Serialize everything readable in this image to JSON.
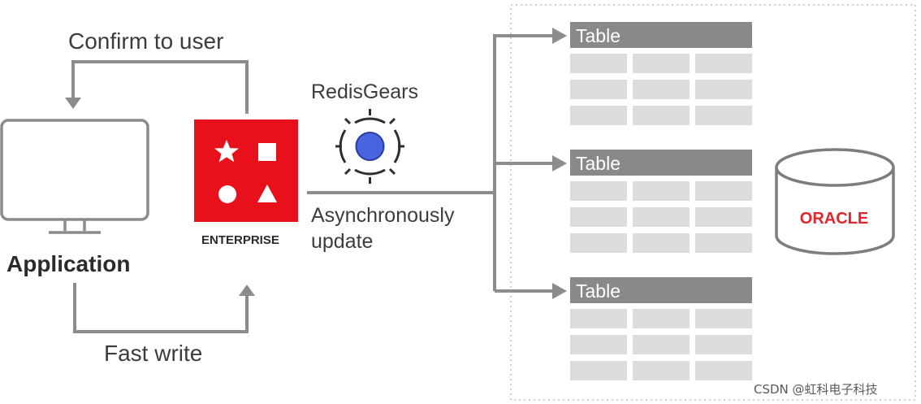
{
  "labels": {
    "confirm_to_user": "Confirm to user",
    "application": "Application",
    "fast_write": "Fast write",
    "enterprise": "ENTERPRISE",
    "redisgears": "RedisGears",
    "async_line1": "Asynchronously",
    "async_line2": "update",
    "oracle": "ORACLE"
  },
  "tables": [
    {
      "header": "Table"
    },
    {
      "header": "Table"
    },
    {
      "header": "Table"
    }
  ],
  "watermark": "CSDN @虹科电子科技",
  "colors": {
    "redis_red": "#e8101a",
    "gear_blue": "#4a63e0",
    "table_header": "#898989",
    "table_cell": "#dcdcdc",
    "arrow": "#8c8c8c",
    "oracle_red": "#e3262b",
    "outline": "#8a8a8a"
  },
  "icons": [
    "monitor-icon",
    "redis-logo-icon",
    "gear-icon",
    "database-cylinder-icon",
    "star-icon",
    "square-icon",
    "circle-icon",
    "triangle-icon"
  ]
}
